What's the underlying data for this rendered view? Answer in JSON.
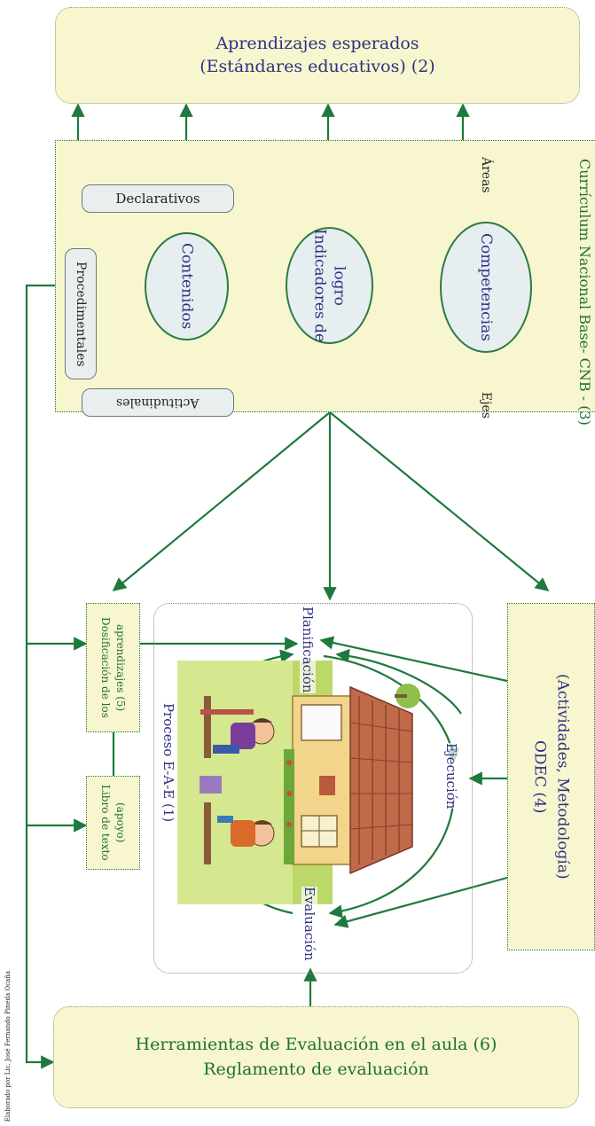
{
  "top_box": {
    "line1": "Aprendizajes esperados",
    "line2": "(Estándares educativos) (2)"
  },
  "cnb": {
    "title": "Currículum Nacional Base- CNB - (3)",
    "areas": "Áreas",
    "ejes": "Ejes",
    "declarativos": "Declarativos",
    "procedimentales": "Procedimentales",
    "actitudinales": "Actitudinales",
    "contenidos": "Contenidos",
    "indicadores_1": "Indicadores de",
    "indicadores_2": "logro",
    "competencias": "Competencias"
  },
  "dosificacion": {
    "line1": "Dosificación de los",
    "line2": "aprendizajes (5)"
  },
  "libro": {
    "line1": "Libro de texto",
    "line2": "(apoyo)"
  },
  "process": {
    "planificacion": "Planificación",
    "ejecucion": "Ejecución",
    "evaluacion": "Evaluación",
    "label": "Proceso E-A-E (1)"
  },
  "odec": {
    "line1": "ODEC (4)",
    "line2": "(Actividades, Metodología)"
  },
  "bottom_box": {
    "line1": "Herramientas de Evaluación en el aula (6)",
    "line2": "Reglamento de evaluación"
  },
  "credit": "Elaborado por Lic. José Fernando Pineda Ocaña",
  "colors": {
    "arrow_green": "#1e7a3c",
    "cream": "#f8f6cf",
    "oval_fill": "#e6eef0",
    "navy_text": "#2e2f82"
  }
}
